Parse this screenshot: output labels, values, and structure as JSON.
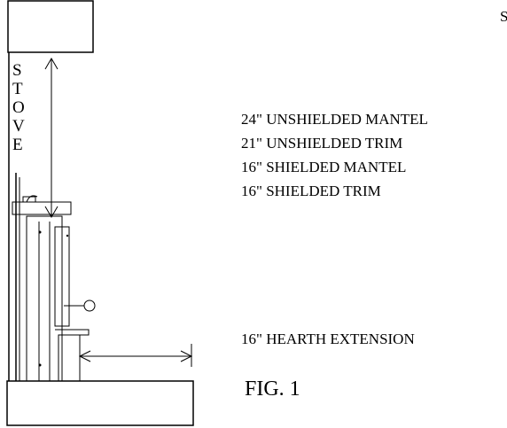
{
  "stove_label": [
    "S",
    "T",
    "O",
    "V",
    "E"
  ],
  "clearances": [
    "24\" UNSHIELDED MANTEL",
    "21\" UNSHIELDED TRIM",
    "16\" SHIELDED MANTEL",
    "16\" SHIELDED TRIM"
  ],
  "hearth_extension": "16\" HEARTH EXTENSION",
  "figure_caption": "FIG. 1",
  "corner_glyph": "S"
}
